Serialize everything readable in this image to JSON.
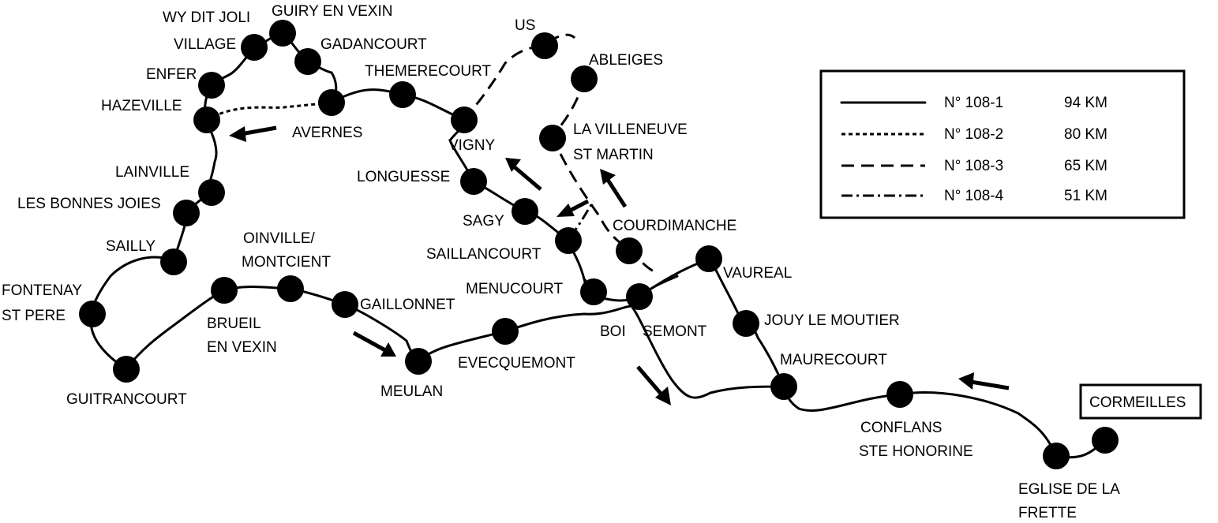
{
  "legend": [
    {
      "code": "N° 108-1",
      "distance": "94 KM",
      "line": "solid"
    },
    {
      "code": "N° 108-2",
      "distance": "80 KM",
      "line": "dotted"
    },
    {
      "code": "N° 108-3",
      "distance": "65 KM",
      "line": "dashed"
    },
    {
      "code": "N° 108-4",
      "distance": "51 KM",
      "line": "dash-dot"
    }
  ],
  "start": "CORMEILLES",
  "places": {
    "wy": [
      "WY DIT JOLI",
      "VILLAGE"
    ],
    "guiry": "GUIRY EN VEXIN",
    "gadancourt": "GADANCOURT",
    "enfer": "ENFER",
    "hazeville": "HAZEVILLE",
    "avernes": "AVERNES",
    "themerecourt": "THEMERECOURT",
    "us": "US",
    "ableiges": "ABLEIGES",
    "vigny": "VIGNY",
    "villeneuve": [
      "LA VILLENEUVE",
      "ST MARTIN"
    ],
    "longuesse": "LONGUESSE",
    "lainville": "LAINVILLE",
    "bonnes_joies": "LES BONNES JOIES",
    "sagy": "SAGY",
    "courdimanche": "COURDIMANCHE",
    "saillancourt": "SAILLANCOURT",
    "sailly": "SAILLY",
    "oinville": [
      "OINVILLE/",
      "MONTCIENT"
    ],
    "vaureal": "VAUREAL",
    "fontenay": [
      "FONTENAY",
      "ST PERE"
    ],
    "menucourt": "MENUCOURT",
    "gaillonnet": "GAILLONNET",
    "brueil": [
      "BRUEIL",
      "EN VEXIN"
    ],
    "boisemont": [
      "BOI",
      "SEMONT"
    ],
    "jouy": "JOUY LE MOUTIER",
    "maurecourt": "MAURECOURT",
    "evecquemont": "EVECQUEMONT",
    "guitrancourt": "GUITRANCOURT",
    "meulan": "MEULAN",
    "conflans": [
      "CONFLANS",
      "STE HONORINE"
    ],
    "eglise": [
      "EGLISE DE LA",
      "FRETTE"
    ]
  }
}
